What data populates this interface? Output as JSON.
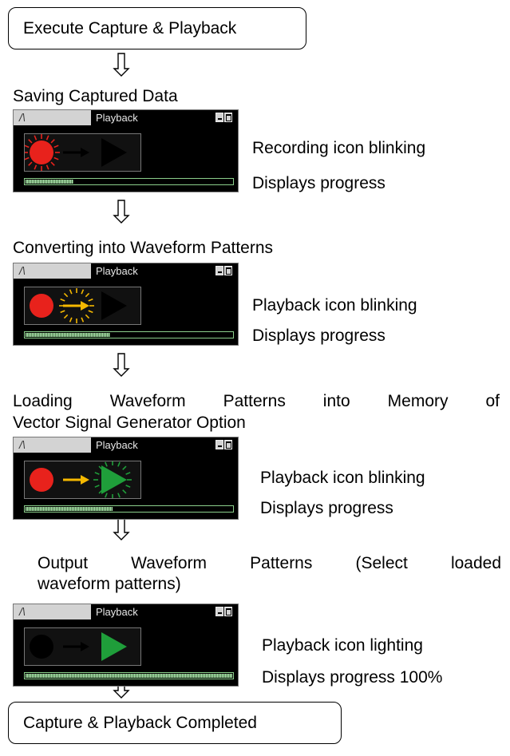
{
  "start_box": "Execute Capture & Playback",
  "end_box": "Capture & Playback Completed",
  "steps": [
    {
      "title": "Saving Captured Data",
      "window_title": "Playback",
      "note_icon": "Recording icon blinking",
      "note_progress": "Displays progress",
      "progress": 0.23,
      "record_state": "blinking",
      "arrow_state": "normal",
      "play_state": "normal"
    },
    {
      "title": "Converting into Waveform Patterns",
      "window_title": "Playback",
      "note_icon": "Playback icon blinking",
      "note_progress": "Displays progress",
      "progress": 0.41,
      "record_state": "on",
      "arrow_state": "blinking",
      "play_state": "normal"
    },
    {
      "title": "Loading Waveform Patterns into Memory of Vector Signal Generator Option",
      "title_line1": "Loading Waveform Patterns into Memory of",
      "title_line2": "Vector Signal Generator Option",
      "window_title": "Playback",
      "note_icon": "Playback icon blinking",
      "note_progress": "Displays progress",
      "progress": 0.42,
      "record_state": "on",
      "arrow_state": "on",
      "play_state": "blinking"
    },
    {
      "title": "Output Waveform Patterns (Select loaded waveform patterns)",
      "title_line1": "Output Waveform Patterns (Select loaded",
      "title_line2": "waveform patterns)",
      "window_title": "Playback",
      "note_icon": "Playback icon lighting",
      "note_progress": "Displays progress 100%",
      "progress": 1.0,
      "record_state": "off",
      "arrow_state": "normal",
      "play_state": "on"
    }
  ],
  "colors": {
    "record_on": "#e8221c",
    "arrow_on": "#f5b800",
    "play_on": "#1f9e3a",
    "progress": "#8bcf8b"
  }
}
